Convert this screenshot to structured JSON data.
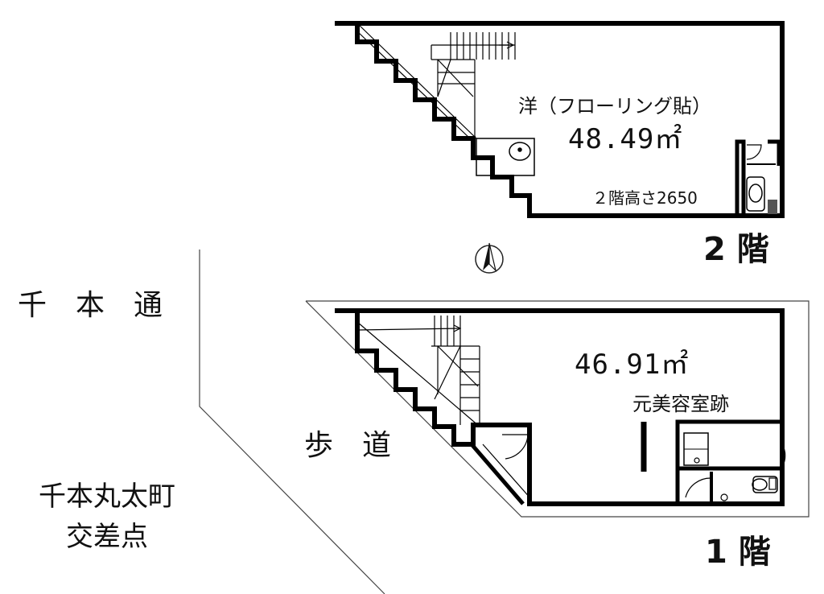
{
  "streets": {
    "senbon": "千　本　通",
    "hodo": "歩　道",
    "intersection_line1": "千本丸太町",
    "intersection_line2": "交差点"
  },
  "floor2": {
    "name": "2 階",
    "room_type": "洋（フローリング貼）",
    "area": "48.49㎡",
    "ceiling_height": "２階高さ2650"
  },
  "floor1": {
    "name": "1 階",
    "area": "46.91㎡",
    "former_use": "元美容室跡"
  },
  "compass": {
    "icon": "north-arrow-icon"
  }
}
